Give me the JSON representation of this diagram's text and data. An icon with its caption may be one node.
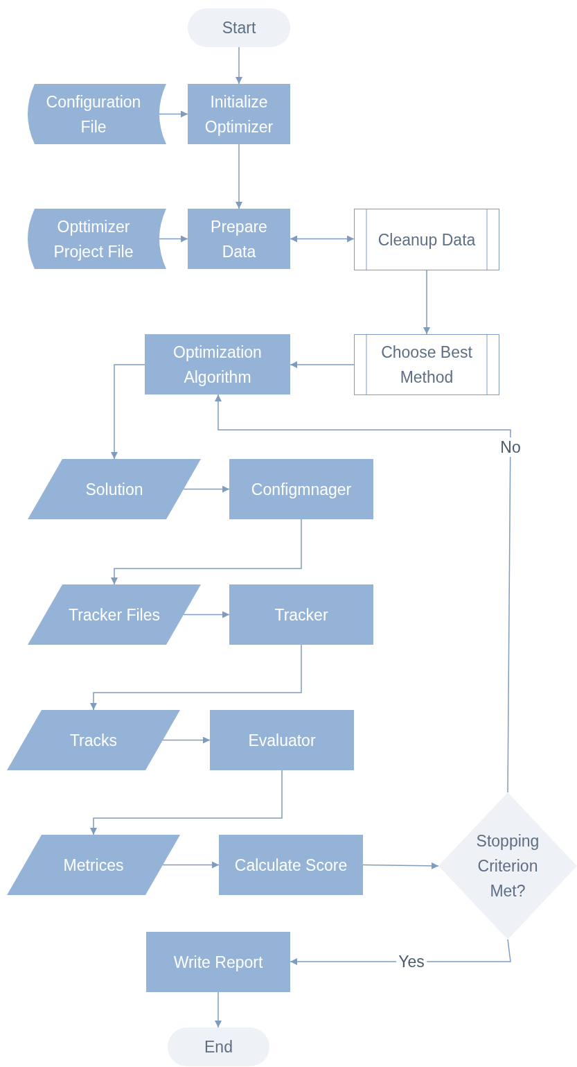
{
  "diagram": {
    "nodes": [
      {
        "text": [
          "Start"
        ]
      },
      {
        "text": [
          "Configuration File"
        ]
      },
      {
        "text": [
          "Initialize Optimizer"
        ]
      },
      {
        "text": [
          "Opttimizer Project File"
        ]
      },
      {
        "text": [
          "Prepare Data"
        ]
      },
      {
        "text": [
          "Cleanup Data"
        ]
      },
      {
        "text": [
          "Optimization Algorithm"
        ]
      },
      {
        "text": [
          "Choose Best Method"
        ]
      },
      {
        "text": [
          "Solution"
        ]
      },
      {
        "text": [
          "Configmnager"
        ]
      },
      {
        "text": [
          "Tracker Files"
        ]
      },
      {
        "text": [
          "Tracker"
        ]
      },
      {
        "text": [
          "Tracks"
        ]
      },
      {
        "text": [
          "Evaluator"
        ]
      },
      {
        "text": [
          "Metrices"
        ]
      },
      {
        "text": [
          "Calculate Score"
        ]
      },
      {
        "text": [
          "Stopping Criterion Met?"
        ]
      },
      {
        "text": [
          "Write Report"
        ]
      },
      {
        "text": [
          "End"
        ]
      }
    ],
    "edges": [
      {
        "from": 0,
        "to": 2,
        "arrow": "to"
      },
      {
        "from": 1,
        "to": 2,
        "arrow": "to"
      },
      {
        "from": 2,
        "to": 4,
        "arrow": "to"
      },
      {
        "from": 3,
        "to": 4,
        "arrow": "to"
      },
      {
        "from": 4,
        "to": 5,
        "arrow": "both"
      },
      {
        "from": 5,
        "to": 7,
        "arrow": "to"
      },
      {
        "from": 7,
        "to": 6,
        "arrow": "to"
      },
      {
        "from": 6,
        "to": 8,
        "arrow": "to"
      },
      {
        "from": 8,
        "to": 9,
        "arrow": "to"
      },
      {
        "from": 9,
        "to": 10,
        "arrow": "to"
      },
      {
        "from": 10,
        "to": 11,
        "arrow": "to"
      },
      {
        "from": 11,
        "to": 12,
        "arrow": "to"
      },
      {
        "from": 12,
        "to": 13,
        "arrow": "to"
      },
      {
        "from": 13,
        "to": 14,
        "arrow": "to"
      },
      {
        "from": 14,
        "to": 15,
        "arrow": "to"
      },
      {
        "from": 15,
        "to": 16,
        "arrow": "to"
      },
      {
        "from": 16,
        "to": 6,
        "arrow": "to",
        "label": "No"
      },
      {
        "from": 16,
        "to": 17,
        "arrow": "to",
        "label": "Yes"
      },
      {
        "from": 17,
        "to": 18,
        "arrow": "to"
      }
    ]
  }
}
